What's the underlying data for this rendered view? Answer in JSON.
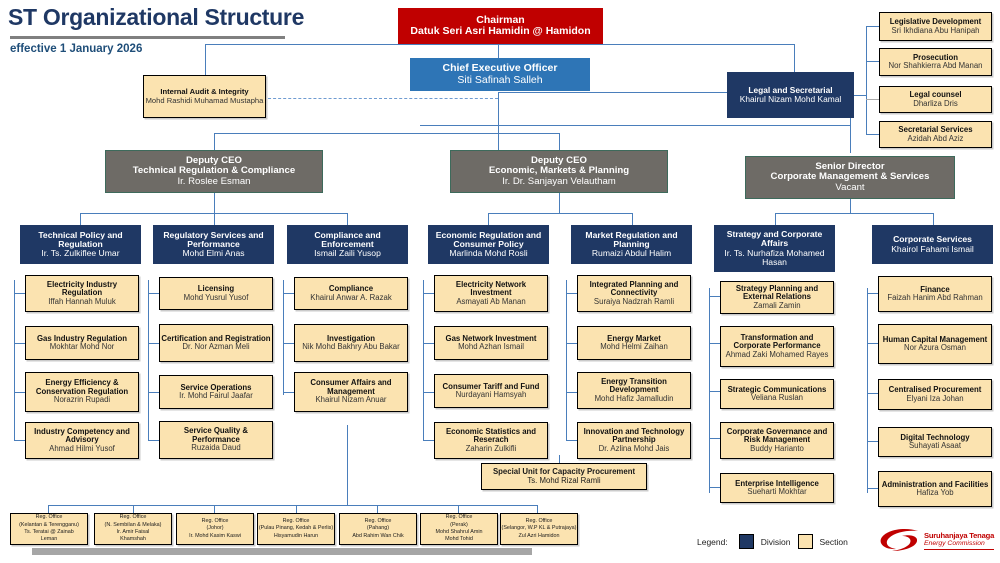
{
  "header": {
    "title": "ST Organizational Structure",
    "subtitle": "effective 1 January 2026"
  },
  "legend": {
    "label": "Legend:",
    "division_label": "Division",
    "section_label": "Section",
    "colors": {
      "division": "#1f3864",
      "section": "#fbe3b0",
      "chairman": "#c00000",
      "ceo": "#2e75b6",
      "deputy_ceo": "#6e6b66",
      "connector": "#4a7ebb"
    }
  },
  "logo": {
    "name": "Suruhanjaya Tenaga",
    "subtitle": "Energy Commission"
  },
  "top": {
    "chairman": {
      "title": "Chairman",
      "name": "Datuk Seri Asri Hamidin @ Hamidon"
    },
    "ceo": {
      "title": "Chief Executive Officer",
      "name": "Siti Safinah Salleh"
    },
    "internal_audit": {
      "title": "Internal Audit & Integrity",
      "name": "Mohd Rashidi Muhamad Mustapha"
    },
    "legal": {
      "title": "Legal and Secretarial",
      "name": "Khairul Nizam Mohd Kamal"
    }
  },
  "legal_sections": [
    {
      "title": "Legislative Development",
      "name": "Sri Ikhdiana Abu Hanipah"
    },
    {
      "title": "Prosecution",
      "name": "Nor Shahkierra Abd Manan"
    },
    {
      "title": "Legal counsel",
      "name": "Dharliza Dris"
    },
    {
      "title": "Secretarial Services",
      "name": "Azidah Abd Aziz"
    }
  ],
  "deputies": [
    {
      "role": "Deputy CEO",
      "portfolio": "Technical Regulation & Compliance",
      "name": "Ir. Roslee Esman"
    },
    {
      "role": "Deputy CEO",
      "portfolio": "Economic, Markets & Planning",
      "name": "Ir. Dr. Sanjayan Velautham"
    },
    {
      "role": "Senior Director",
      "portfolio": "Corporate Management & Services",
      "name": "Vacant"
    }
  ],
  "divisions": [
    {
      "title": "Technical Policy and Regulation",
      "name": "Ir. Ts. Zulkiflee Umar",
      "sections": [
        {
          "title": "Electricity Industry Regulation",
          "name": "Iffah Hannah Muluk"
        },
        {
          "title": "Gas Industry Regulation",
          "name": "Mokhtar Mohd Nor"
        },
        {
          "title": "Energy Efficiency & Conservation Regulation",
          "name": "Norazrin Rupadi"
        },
        {
          "title": "Industry Competency and Advisory",
          "name": "Ahmad Hilmi Yusof"
        }
      ]
    },
    {
      "title": "Regulatory Services and Performance",
      "name": "Mohd Elmi Anas",
      "sections": [
        {
          "title": "Licensing",
          "name": "Mohd Yusrul Yusof"
        },
        {
          "title": "Certification and Registration",
          "name": "Dr. Nor Azman Meli"
        },
        {
          "title": "Service Operations",
          "name": "Ir. Mohd Fairul Jaafar"
        },
        {
          "title": "Service Quality & Performance",
          "name": "Ruzaida Daud"
        }
      ]
    },
    {
      "title": "Compliance and Enforcement",
      "name": "Ismail Zaili Yusop",
      "sections": [
        {
          "title": "Compliance",
          "name": "Khairul Anwar A. Razak"
        },
        {
          "title": "Investigation",
          "name": "Nik Mohd Bakhry Abu Bakar"
        },
        {
          "title": "Consumer Affairs and Management",
          "name": "Khairul Nizam Anuar"
        }
      ]
    },
    {
      "title": "Economic Regulation and Consumer Policy",
      "name": "Marlinda Mohd Rosli",
      "sections": [
        {
          "title": "Electricity Network Investment",
          "name": "Asmayati Ab Manan"
        },
        {
          "title": "Gas Network Investment",
          "name": "Mohd Azhan Ismail"
        },
        {
          "title": "Consumer Tariff and Fund",
          "name": "Nurdayani Hamsyah"
        },
        {
          "title": "Economic Statistics and Reserach",
          "name": "Zaharin Zulkifli"
        }
      ]
    },
    {
      "title": "Market Regulation and Planning",
      "name": "Rumaizi Abdul Halim",
      "sections": [
        {
          "title": "Integrated Planning and Connectivity",
          "name": "Suraiya Nadzrah Ramli"
        },
        {
          "title": "Energy Market",
          "name": "Mohd Helmi Zaihan"
        },
        {
          "title": "Energy Transition Development",
          "name": "Mohd Hafiz Jamalludin"
        },
        {
          "title": "Innovation and Technology Partnership",
          "name": "Dr. Azlina Mohd Jais"
        }
      ]
    },
    {
      "title": "Strategy and Corporate Affairs",
      "name": "Ir. Ts. Nurhafiza Mohamed Hasan",
      "sections": [
        {
          "title": "Strategy Planning and External Relations",
          "name": "Zamali Zamin"
        },
        {
          "title": "Transformation and Corporate Performance",
          "name": "Ahmad Zaki Mohamed Rayes"
        },
        {
          "title": "Strategic Communications",
          "name": "Veliana Ruslan"
        },
        {
          "title": "Corporate Governance and Risk Management",
          "name": "Buddy Harianto"
        },
        {
          "title": "Enterprise Intelligence",
          "name": "Sueharti Mokhtar"
        }
      ]
    },
    {
      "title": "Corporate Services",
      "name": "Khairol Fahami Ismail",
      "sections": [
        {
          "title": "Finance",
          "name": "Faizah Hanim Abd Rahman"
        },
        {
          "title": "Human Capital Management",
          "name": "Nor Azura Osman"
        },
        {
          "title": "Centralised Procurement",
          "name": "Elyani Iza Johan"
        },
        {
          "title": "Digital Technology",
          "name": "Suhayati Asaat"
        },
        {
          "title": "Administration and Facilities",
          "name": "Hafiza Yob"
        }
      ]
    }
  ],
  "special_unit": {
    "title": "Special Unit for Capacity Procurement",
    "name": "Ts. Mohd Rizal Ramli"
  },
  "regional_offices": [
    {
      "line1": "Reg. Office",
      "line2": "(Kelantan & Terengganu)",
      "line3": "Ts. Teratai @ Zainab",
      "line4": "Leman"
    },
    {
      "line1": "Reg. Office",
      "line2": "(N. Sembilan & Melaka)",
      "line3": "Ir. Amir Faisal",
      "line4": "Khamshah"
    },
    {
      "line1": "Reg. Office",
      "line2": "(Johor)",
      "line3": "Ir. Mohd Kasim Kaswi",
      "line4": ""
    },
    {
      "line1": "Reg. Office",
      "line2": "(Pulau Pinang, Kedah & Perlis)",
      "line3": "Hisyamudin Harun",
      "line4": ""
    },
    {
      "line1": "Reg. Office",
      "line2": "(Pahang)",
      "line3": "Abd Rahim Wan Chik",
      "line4": ""
    },
    {
      "line1": "Reg. Office",
      "line2": "(Perak)",
      "line3": "Mohd Shahrul Amin",
      "line4": "Mohd Tohid"
    },
    {
      "line1": "Reg. Office",
      "line2": "(Selangor, W.P KL & Putrajaya)",
      "line3": "Zul Azri Hamidon",
      "line4": ""
    }
  ]
}
